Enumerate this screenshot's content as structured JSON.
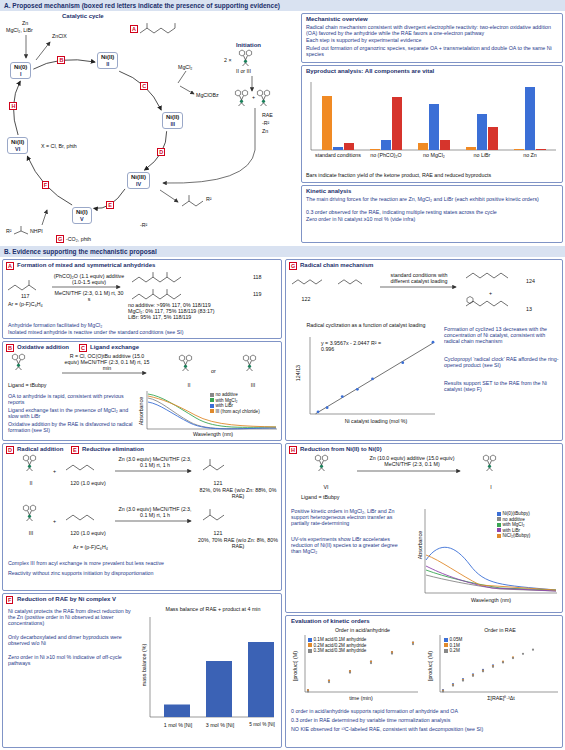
{
  "diagram": {
    "nodes": [
      {
        "text": [
          "A. Proposed mechanism (boxed red letters indicate the presence of supporting evidence)"
        ]
      },
      {
        "text": [
          "Catalytic cycle"
        ]
      },
      {
        "text": [
          "Ni(0)",
          "I"
        ],
        "in": 1
      },
      {
        "text": [
          "Ni(II)",
          "II"
        ],
        "in": 1
      },
      {
        "text": [
          "Ni(II)",
          "III"
        ],
        "in": 1
      },
      {
        "text": [
          "Ni(III)",
          "IV"
        ],
        "in": 1
      },
      {
        "text": [
          "Ni(I)",
          "V"
        ],
        "in": 1
      },
      {
        "text": [
          "Ni(II)",
          "VI"
        ],
        "in": 1
      },
      {
        "text": [
          "Mechanistic overview",
          "Radical chain mechanism consistent with divergent electrophile reactivity: two-electron oxidative addition (OA) favored by the anhydride while the RAE favors a one-electron pathway",
          "Each step is supported by experimental evidence",
          "Ruled out formation of organozinc species, separate OA + transmetalation and double OA to the same Ni species"
        ]
      },
      {
        "text": [
          "Byproduct analysis: All components are vital",
          "Bars indicate fraction yield of the ketone product, RAE and reduced byproducts"
        ]
      },
      {
        "text": [
          "Kinetic analysis",
          "The main driving forces for the reaction are Zn, MgCl₂ and LiBr (each exhibit positive kinetic orders)",
          "0.3 order observed for the RAE, indicating multiple resting states across the cycle",
          "Zero order in Ni catalyst ≥10 mol % (vide infra)"
        ]
      },
      {
        "text": [
          "B. Evidence supporting the mechanistic proposal"
        ]
      },
      {
        "text": [
          "A",
          "Formation of mixed and symmetrical anhydrides",
          "(PhCO)₂O (1.1 equiv) additive (1.0-1.5 equiv)",
          "MeCN/THF (2:3, 0.1 M) rt, 30 s",
          "117",
          "Ar = (p-F)C₆H₄",
          "118",
          "119",
          "no additive: >99% 117, 0% 118/119",
          "MgCl₂: 0% 117, 75% 118/119 (83:17)",
          "LiBr: 95% 117, 5% 118/119",
          "Anhydride formation facilitated by MgCl₂",
          "Isolated mixed anhydride is reactive under the standard conditions (see SI)"
        ]
      },
      {
        "text": [
          "B",
          "Oxidative addition",
          "C",
          "Ligand exchange",
          "R = Cl, OC(O)tBu additive (15.0 equiv) MeCN/THF (2:3, 0.1 M) rt, 15 min",
          "Ligand = tBubpy",
          "II",
          "or",
          "III",
          "OA to anhydride is rapid, consistent with previous reports",
          "Ligand exchange fast in the presence of MgCl₂ and slow with LiBr",
          "Oxidative addition by the RAE is disfavored to radical formation (see SI)",
          "Absorbance",
          "Wavelength (nm)"
        ]
      },
      {
        "text": [
          "D",
          "Radical addition",
          "E",
          "Reductive elimination",
          "II",
          "+",
          "120 (1.0 equiv)",
          "Zn (3.0 equiv) MeCN/THF (2:3, 0.1 M) rt, 1 h",
          "121",
          "82%, 0% RAE (w/o Zn: 88%, 0% RAE)",
          "III",
          "+",
          "120 (1.0 equiv)",
          "Zn (3.0 equiv) MeCN/THF (2:3, 0.1 M) rt, 1 h",
          "121",
          "20%, 70% RAE (w/o Zn: 8%, 80% RAE)",
          "Ar = (p-F)C₆H₄",
          "Complex III from acyl exchange is more prevalent but less reactive",
          "Reactivity without zinc supports initiation by disproportionation"
        ]
      },
      {
        "text": [
          "F",
          "Reduction of RAE by Ni complex V",
          "Ni catalyst protects the RAE from direct reduction by the Zn (positive order in Ni observed at lower concentrations)",
          "Only decarboxylated and dimer byproducts were observed w/o Ni",
          "Zero order in Ni ≥10 mol % indicative of off-cycle pathways",
          "Mass balance of RAE + product at 4 min",
          "mass balance (%)",
          "1 mol % [Ni]",
          "3 mol % [Ni]",
          "5 mol % [Ni]"
        ]
      },
      {
        "text": [
          "G",
          "Radical chain mechanism",
          "122",
          "standard conditions with different catalyst loading",
          "124",
          "+",
          "13",
          "Radical cyclization as a function of catalyst loading",
          "y = 3.9567x - 2.0447 R² = 0.996",
          "124/13",
          "Ni catalyst loading (mol %)",
          "Formation of cyclized 13 decreases with the concentration of Ni catalyst, consistent with radical chain mechanism",
          "Cyclopropyl ‘radical clock’ RAE afforded the ring-opened product (see SI)",
          "Results support SET to the RAE from the Ni catalyst (step F)"
        ]
      },
      {
        "text": [
          "H",
          "Reduction from Ni(II) to Ni(0)",
          "VI",
          "Zn (10.0 equiv) additive (15.0 equiv) MeCN/THF (2:3, 0.1 M)",
          "I",
          "Ligand = tBubpy",
          "Positive kinetic orders in MgCl₂, LiBr and Zn support heterogeneous electron transfer as partially rate-determining",
          "UV-vis experiments show LiBr accelerates reduction of Ni(II) species to a greater degree than MgCl₂",
          "Absorbance",
          "Wavelength (nm)"
        ]
      },
      {
        "text": [
          "Evaluation of kinetic orders",
          "Order in acid/anhydride",
          "Order in RAE",
          "time (min)",
          "[product] (M)",
          "Σ[RAE]⁰·³Δt",
          "[product] (M)",
          "0 order in acid/anhydride supports rapid formation of anhydride and OA",
          "0.3 order in RAE determined by variable time normalization analysis",
          "NO KIE observed for ¹³C-labeled RAE, consistent with fast decomposition (see SI)"
        ]
      }
    ],
    "edges": [
      {
        "from": 2,
        "to": 3,
        "label": "B",
        "arrow": "to"
      },
      {
        "from": 3,
        "to": 4,
        "label": "C",
        "arrow": "to"
      },
      {
        "from": 4,
        "to": 5,
        "label": "D",
        "arrow": "to"
      },
      {
        "from": 5,
        "to": 6,
        "label": "E",
        "arrow": "to"
      },
      {
        "from": 6,
        "to": 7,
        "label": "F",
        "arrow": "to"
      },
      {
        "from": 7,
        "to": 2,
        "label": "H",
        "arrow": "to"
      }
    ],
    "labels": [
      "Zn",
      "MgCl₂, LiBr",
      "ZnClX",
      "X = Cl, Br, phth",
      "A",
      "MgCl₂",
      "MgClOBz",
      "R²",
      "R²",
      "NHPI",
      "G",
      "-CO₂, phth",
      "-R²",
      "Initiation",
      "2 ×",
      "II or III",
      "+",
      "RAE",
      "-R²",
      "Zn",
      "standard conditions",
      "no (PhCO)₂O",
      "no MgCl₂",
      "no LiBr",
      "no Zn"
    ],
    "legend": [
      {
        "text": "no additive",
        "color": "#888888"
      },
      {
        "text": "with MgCl₂",
        "color": "#3aa655"
      },
      {
        "text": "with LiBr",
        "color": "#3b6fd6"
      },
      {
        "text": "III (from acyl chloride)",
        "color": "#e08a2c"
      },
      {
        "text": "Ni(0)(tBubpy)",
        "color": "#3b6fd6"
      },
      {
        "text": "no additive",
        "color": "#888888"
      },
      {
        "text": "with MgCl₂",
        "color": "#3aa655"
      },
      {
        "text": "with LiBr",
        "color": "#8e44ad"
      },
      {
        "text": "NiCl₂(tBubpy)",
        "color": "#e08a2c"
      },
      {
        "text": "0.1M acid/0.1M anhydride",
        "color": "#3b6fd6"
      },
      {
        "text": "0.2M acid/0.2M anhydride",
        "color": "#e08a2c"
      },
      {
        "text": "0.3M acid/0.3M anhydride",
        "color": "#888888"
      },
      {
        "text": "0.05M",
        "color": "#3b6fd6"
      },
      {
        "text": "0.1M",
        "color": "#e08a2c"
      },
      {
        "text": "0.2M",
        "color": "#888888"
      }
    ]
  }
}
